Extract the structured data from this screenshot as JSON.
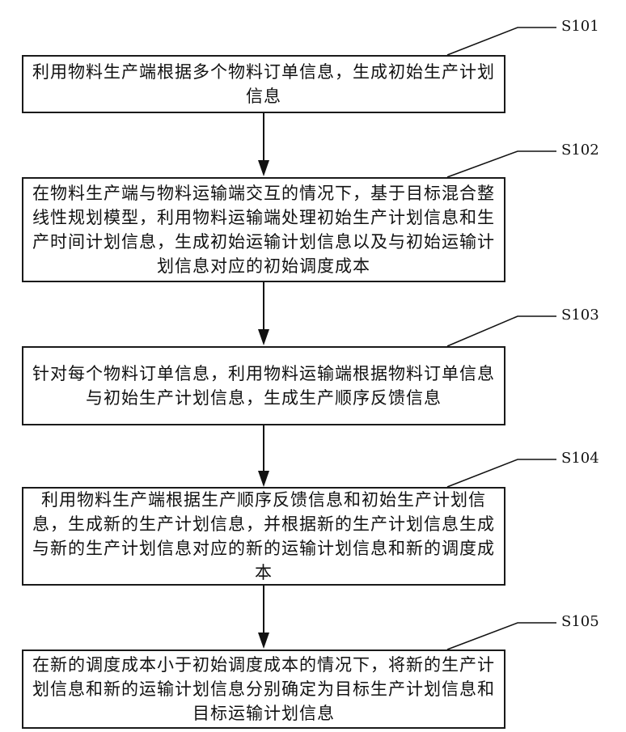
{
  "steps": [
    {
      "id": "S101",
      "text": "利用物料生产端根据多个物料订单信息，生成初始生产计划信息"
    },
    {
      "id": "S102",
      "text": "在物料生产端与物料运输端交互的情况下，基于目标混合整线性规划模型，利用物料运输端处理初始生产计划信息和生产时间计划信息，生成初始运输计划信息以及与初始运输计划信息对应的初始调度成本"
    },
    {
      "id": "S103",
      "text": "针对每个物料订单信息，利用物料运输端根据物料订单信息与初始生产计划信息，生成生产顺序反馈信息"
    },
    {
      "id": "S104",
      "text": "利用物料生产端根据生产顺序反馈信息和初始生产计划信息，生成新的生产计划信息，并根据新的生产计划信息生成与新的生产计划信息对应的新的运输计划信息和新的调度成本"
    },
    {
      "id": "S105",
      "text": "在新的调度成本小于初始调度成本的情况下，将新的生产计划信息和新的运输计划信息分别确定为目标生产计划信息和目标运输计划信息"
    }
  ]
}
